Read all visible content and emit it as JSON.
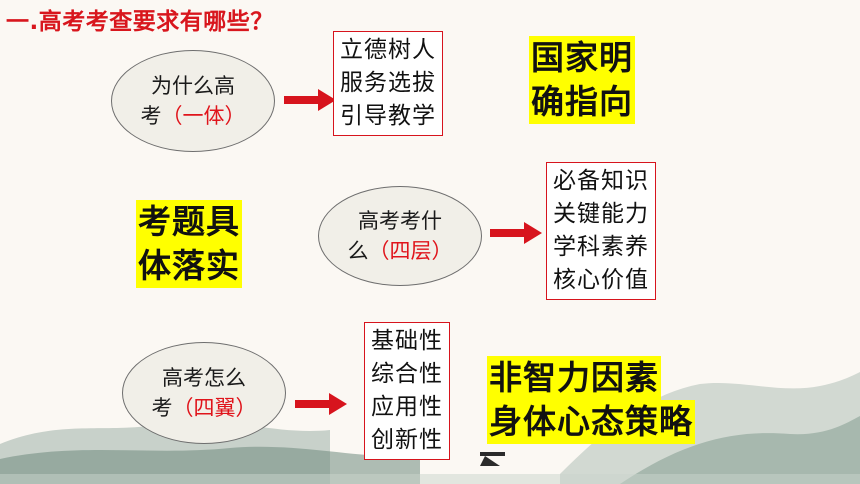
{
  "title": "一.高考考查要求有哪些？",
  "colors": {
    "accent": "#d8161d",
    "highlight": "#ffff00",
    "ellipse_fill": "#f1efe8"
  },
  "sections": [
    {
      "question": {
        "line1": "为什么高",
        "line2_prefix": "考",
        "line2_red": "（一体）"
      },
      "items": [
        "立德树人",
        "服务选拔",
        "引导教学"
      ],
      "highlight": [
        "国家明",
        "确指向"
      ]
    },
    {
      "question": {
        "line1": "高考考什",
        "line2_prefix": "么",
        "line2_red": "（四层）"
      },
      "items": [
        "必备知识",
        "关键能力",
        "学科素养",
        "核心价值"
      ],
      "highlight": [
        "考题具",
        "体落实"
      ]
    },
    {
      "question": {
        "line1": "高考怎么",
        "line2_prefix": "考",
        "line2_red": "（四翼）"
      },
      "items": [
        "基础性",
        "综合性",
        "应用性",
        "创新性"
      ],
      "highlight": [
        "非智力因素",
        "身体心态策略"
      ]
    }
  ]
}
